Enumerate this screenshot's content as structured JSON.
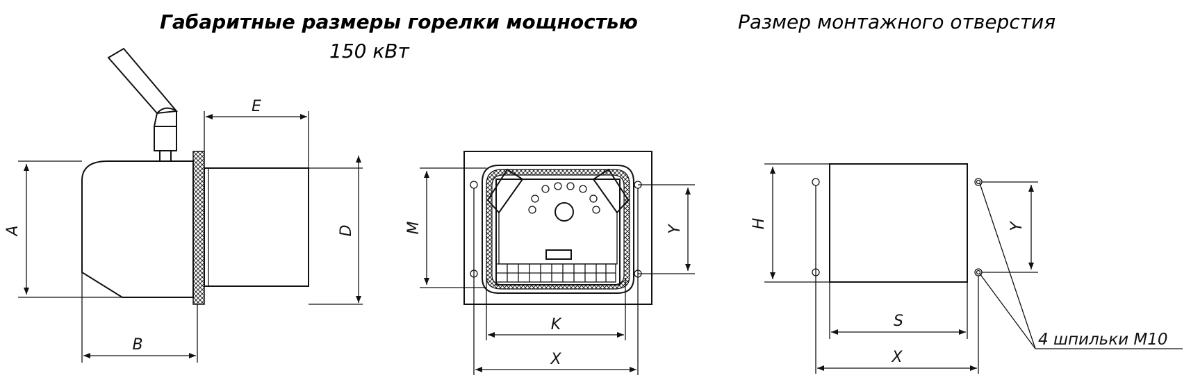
{
  "titles": {
    "burner_line1": "Габаритные размеры горелки мощностью",
    "burner_line2": "150 кВт",
    "mounting": "Размер монтажного отверстия"
  },
  "dims": {
    "A": "A",
    "B": "B",
    "D": "D",
    "E": "E",
    "M": "M",
    "Y": "Y",
    "K": "K",
    "X": "X",
    "H": "H",
    "S": "S"
  },
  "studs_note": "4 шпильки М10",
  "stroke_color": "#111111"
}
